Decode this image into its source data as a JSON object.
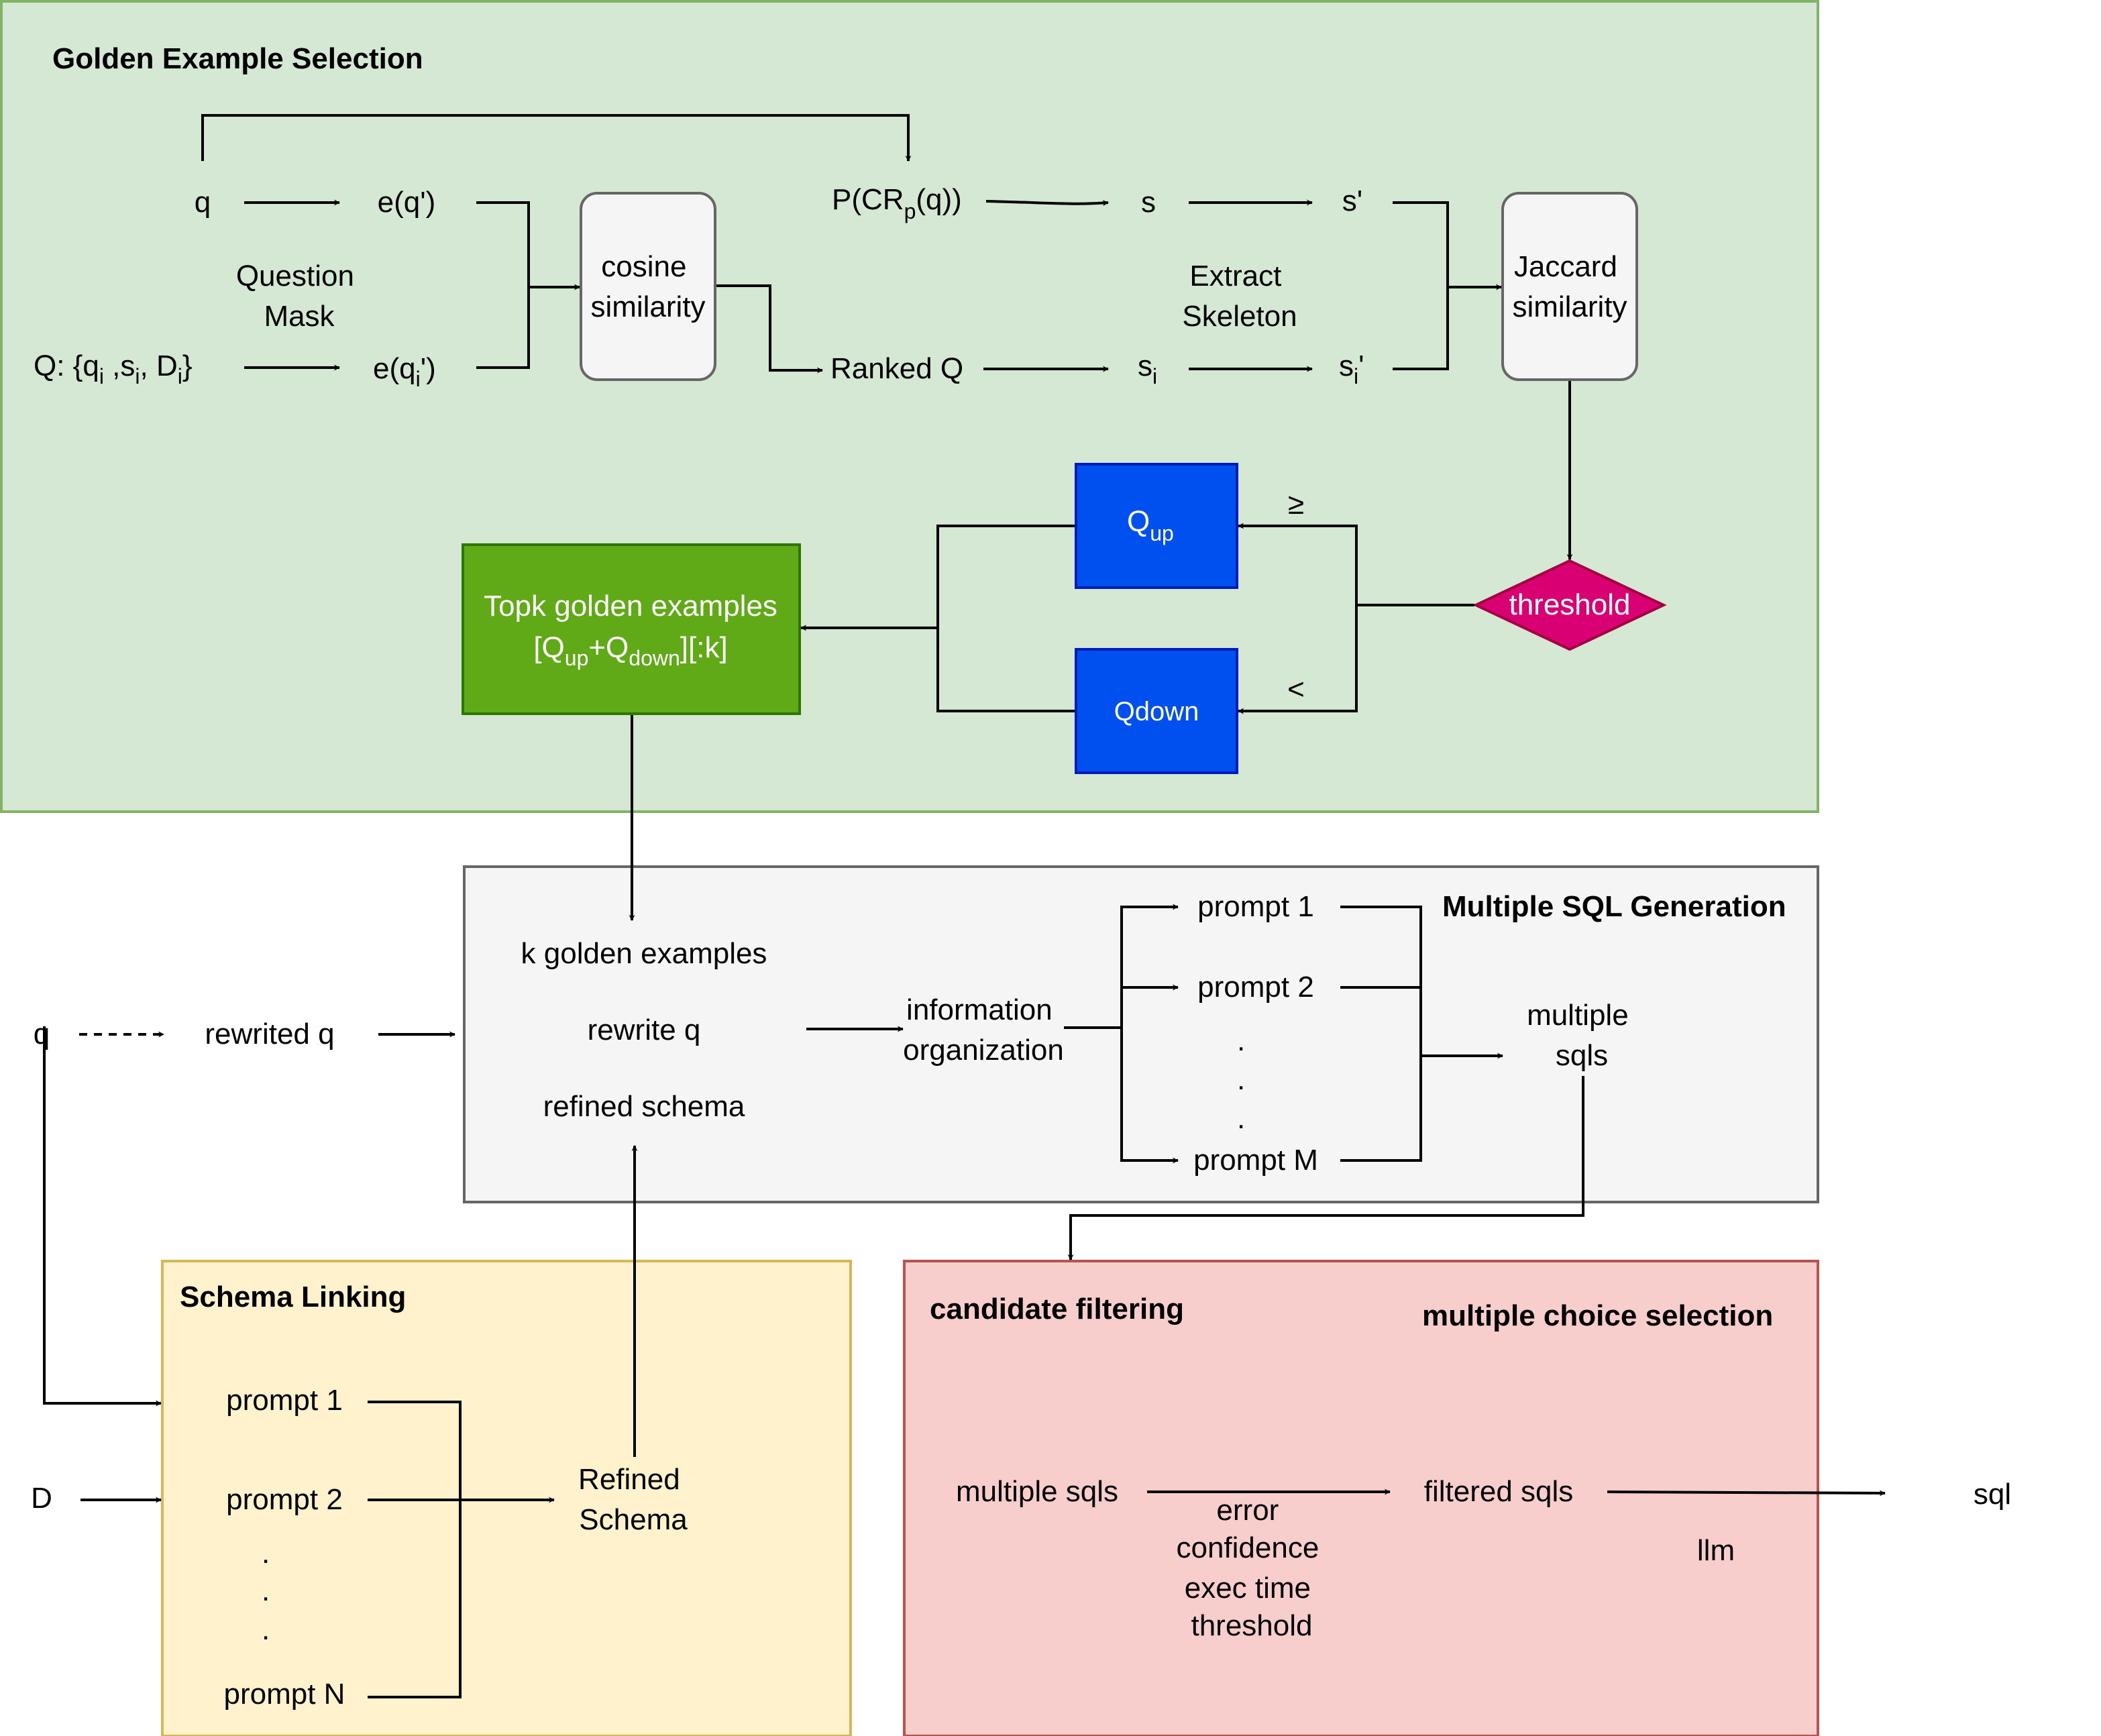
{
  "groups": {
    "golden": "Golden Example Selection",
    "multi_sql": "Multiple SQL Generation",
    "schema_linking": "Schema Linking",
    "candidate_filtering": "candidate filtering",
    "multiple_choice": "multiple choice selection"
  },
  "colors": {
    "golden_fill": "#d5e8d4",
    "golden_stroke": "#82b366",
    "gen_fill": "#f5f5f5",
    "gen_stroke": "#666666",
    "schema_fill": "#fff2cc",
    "schema_stroke": "#d6b656",
    "cand_fill": "#f8cecc",
    "cand_stroke": "#b85450",
    "q_box": "#0050ef",
    "topk_box": "#60a917",
    "threshold": "#d80073"
  },
  "golden": {
    "q": "q",
    "eqp": "e(q')",
    "question_mask": [
      "Question",
      "Mask"
    ],
    "Q_prefix": "Q: {q",
    "Q_sub_i": "i",
    "Q_mid1": " ,s",
    "Q_sub_i2": "i",
    "Q_mid2": ", D",
    "Q_sub_i3": "i",
    "Q_suffix": "}",
    "eqi_prefix": "e(q",
    "eqi_sub": "i",
    "eqi_suffix": "')",
    "cosine": [
      "cosine",
      "similarity"
    ],
    "p_prefix": "P(CR",
    "p_sub": "p",
    "p_suffix": "(q))",
    "s": "s",
    "s_prime": "s'",
    "ranked_q": "Ranked Q",
    "si": "s",
    "si_sub": "i",
    "si_prime": "s",
    "si_prime_sub": "i",
    "si_prime_suffix": "'",
    "extract_skeleton": [
      "Extract",
      "Skeleton"
    ],
    "jaccard": [
      "Jaccard",
      "similarity"
    ],
    "threshold": "threshold",
    "geq": "≥",
    "lt": "<",
    "qup": "Q",
    "qup_sub": "up",
    "qdown": "Qdown",
    "topk_line1": "Topk golden examples",
    "topk_l2_a": "[Q",
    "topk_l2_sub1": "up",
    "topk_l2_b": "+Q",
    "topk_l2_sub2": "down",
    "topk_l2_c": "][:k]"
  },
  "generation": {
    "k_golden": "k golden examples",
    "rewrite_q": "rewrite q",
    "refined_schema": "refined schema",
    "info_org": [
      "information",
      "organization"
    ],
    "prompt1": "prompt 1",
    "prompt2": "prompt 2",
    "promptM": "prompt M",
    "dot": ".",
    "multiple_sqls": [
      "multiple",
      "sqls"
    ]
  },
  "inputs": {
    "q": "q",
    "rewrited_q": "rewrited q",
    "D": "D"
  },
  "schema": {
    "prompt1": "prompt 1",
    "prompt2": "prompt 2",
    "promptN": "prompt N",
    "dot": ".",
    "refined": [
      "Refined",
      "Schema"
    ]
  },
  "candidate": {
    "multiple_sqls": "multiple sqls",
    "criteria": [
      "error",
      "confidence",
      "exec time",
      "threshold"
    ],
    "filtered_sqls": "filtered sqls",
    "llm": "llm",
    "sql": "sql"
  }
}
